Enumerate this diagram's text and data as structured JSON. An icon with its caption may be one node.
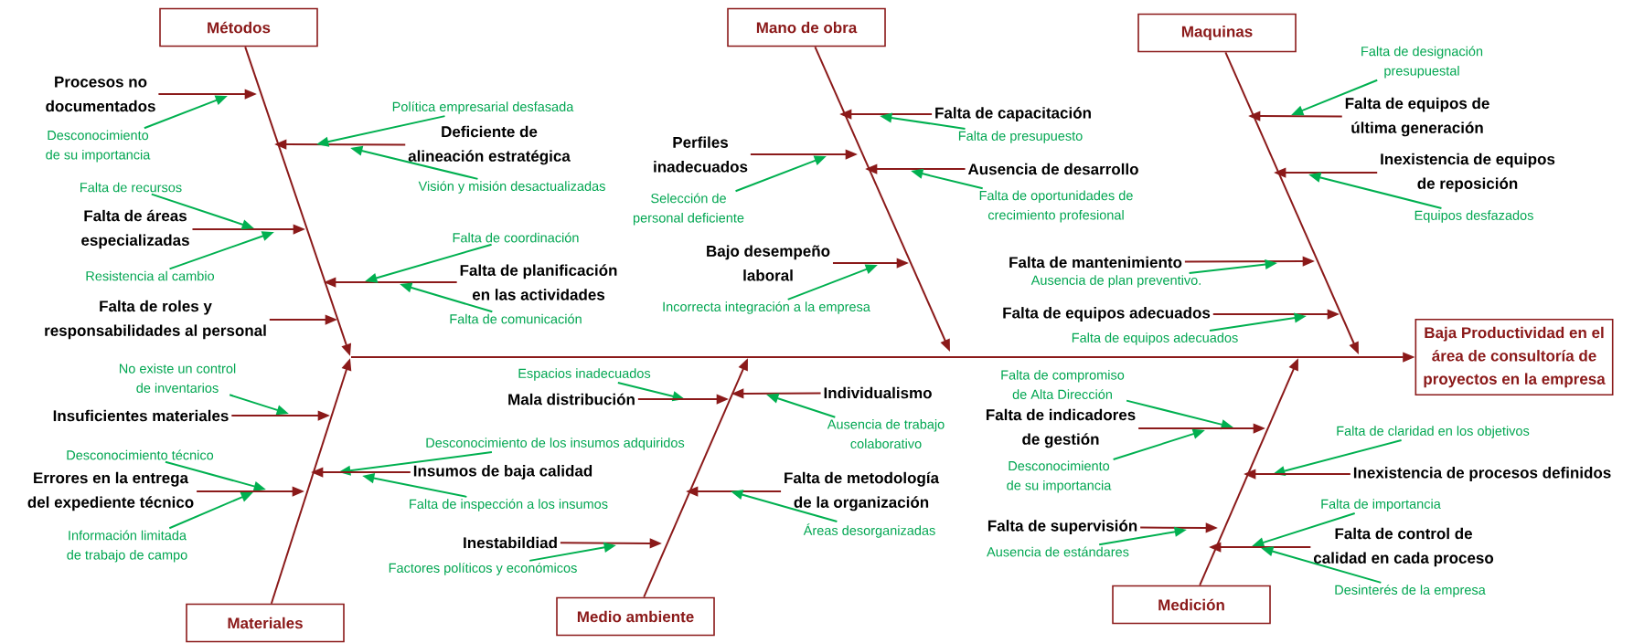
{
  "diagram": {
    "nodes": [
      {
        "text": [
          "Métodos"
        ]
      },
      {
        "text": [
          "Procesos no documentados"
        ]
      },
      {
        "text": [
          "Desconocimiento de su importancia"
        ]
      },
      {
        "text": [
          "Deficiente de alineación estratégica"
        ]
      },
      {
        "text": [
          "Política empresarial desfasada"
        ]
      },
      {
        "text": [
          "Visión y misión desactualizadas"
        ]
      },
      {
        "text": [
          "Falta de áreas especializadas"
        ]
      },
      {
        "text": [
          "Falta de recursos"
        ]
      },
      {
        "text": [
          "Resistencia al cambio"
        ]
      },
      {
        "text": [
          "Falta de planificación en las actividades"
        ]
      },
      {
        "text": [
          "Falta de coordinación"
        ]
      },
      {
        "text": [
          "Falta de comunicación"
        ]
      },
      {
        "text": [
          "Falta de roles y responsabilidades al personal"
        ]
      },
      {
        "text": [
          "Mano de obra"
        ]
      },
      {
        "text": [
          "Falta de capacitación"
        ]
      },
      {
        "text": [
          "Falta de presupuesto"
        ]
      },
      {
        "text": [
          "Perfiles inadecuados"
        ]
      },
      {
        "text": [
          "Selección de personal deficiente"
        ]
      },
      {
        "text": [
          "Ausencia de desarrollo"
        ]
      },
      {
        "text": [
          "Falta de oportunidades de crecimiento profesional"
        ]
      },
      {
        "text": [
          "Bajo desempeño laboral"
        ]
      },
      {
        "text": [
          "Incorrecta integración a la empresa"
        ]
      },
      {
        "text": [
          "Maquinas"
        ]
      },
      {
        "text": [
          "Falta de equipos de última generación"
        ]
      },
      {
        "text": [
          "Falta de designación presupuestal"
        ]
      },
      {
        "text": [
          "Inexistencia de equipos de reposición"
        ]
      },
      {
        "text": [
          "Equipos desfazados"
        ]
      },
      {
        "text": [
          "Falta de mantenimiento"
        ]
      },
      {
        "text": [
          "Ausencia de plan preventivo."
        ]
      },
      {
        "text": [
          "Falta de equipos adecuados"
        ]
      },
      {
        "text": [
          "Falta de equipos adecuados"
        ]
      },
      {
        "text": [
          "Materiales"
        ]
      },
      {
        "text": [
          "No existe un control de inventarios"
        ]
      },
      {
        "text": [
          "Insuficientes materiales"
        ]
      },
      {
        "text": [
          "Desconocimiento de los insumos adquiridos"
        ]
      },
      {
        "text": [
          "Insumos de baja calidad"
        ]
      },
      {
        "text": [
          "Falta de inspección a los insumos"
        ]
      },
      {
        "text": [
          "Desconocimiento técnico"
        ]
      },
      {
        "text": [
          "Errores en la entrega del expediente técnico"
        ]
      },
      {
        "text": [
          "Información limitada de trabajo de campo"
        ]
      },
      {
        "text": [
          "Medio ambiente"
        ]
      },
      {
        "text": [
          "Espacios inadecuados"
        ]
      },
      {
        "text": [
          "Mala distribución"
        ]
      },
      {
        "text": [
          "Individualismo"
        ]
      },
      {
        "text": [
          "Ausencia de trabajo colaborativo"
        ]
      },
      {
        "text": [
          "Falta de metodología de la organización"
        ]
      },
      {
        "text": [
          "Áreas desorganizadas"
        ]
      },
      {
        "text": [
          "Inestabildiad"
        ]
      },
      {
        "text": [
          "Factores políticos y económicos"
        ]
      },
      {
        "text": [
          "Medición"
        ]
      },
      {
        "text": [
          "Falta de compromiso de Alta Dirección"
        ]
      },
      {
        "text": [
          "Falta de indicadores de gestión"
        ]
      },
      {
        "text": [
          "Desconocimiento de su importancia"
        ]
      },
      {
        "text": [
          "Falta de claridad en los objetivos"
        ]
      },
      {
        "text": [
          "Inexistencia de procesos definidos"
        ]
      },
      {
        "text": [
          "Falta de supervisión"
        ]
      },
      {
        "text": [
          "Ausencia de estándares"
        ]
      },
      {
        "text": [
          "Falta de importancia"
        ]
      },
      {
        "text": [
          "Falta de control de calidad en cada proceso"
        ]
      },
      {
        "text": [
          "Desinterés de la empresa"
        ]
      },
      {
        "text": [
          "Baja Productividad en el área de consultoría de proyectos en la empresa"
        ]
      }
    ],
    "edges": [
      {
        "from": 0,
        "to": null,
        "arrow": "to"
      },
      {
        "from": 1,
        "to": null,
        "arrow": "to"
      },
      {
        "from": 2,
        "to": null,
        "arrow": "to",
        "color": "#00b050"
      },
      {
        "from": 3,
        "to": null,
        "arrow": "to"
      },
      {
        "from": 4,
        "to": null,
        "arrow": "to",
        "color": "#00b050"
      },
      {
        "from": 5,
        "to": null,
        "arrow": "to",
        "color": "#00b050"
      },
      {
        "from": 6,
        "to": null,
        "arrow": "to"
      },
      {
        "from": 7,
        "to": null,
        "arrow": "to",
        "color": "#00b050"
      },
      {
        "from": 8,
        "to": null,
        "arrow": "to",
        "color": "#00b050"
      },
      {
        "from": 9,
        "to": null,
        "arrow": "to"
      },
      {
        "from": 10,
        "to": null,
        "arrow": "to",
        "color": "#00b050"
      },
      {
        "from": 11,
        "to": null,
        "arrow": "to",
        "color": "#00b050"
      },
      {
        "from": 12,
        "to": null,
        "arrow": "to"
      },
      {
        "from": 13,
        "to": null,
        "arrow": "to"
      },
      {
        "from": 14,
        "to": null,
        "arrow": "to"
      },
      {
        "from": 15,
        "to": null,
        "arrow": "to",
        "color": "#00b050"
      },
      {
        "from": 16,
        "to": null,
        "arrow": "to"
      },
      {
        "from": 17,
        "to": null,
        "arrow": "to",
        "color": "#00b050"
      },
      {
        "from": 18,
        "to": null,
        "arrow": "to"
      },
      {
        "from": 19,
        "to": null,
        "arrow": "to",
        "color": "#00b050"
      },
      {
        "from": 20,
        "to": null,
        "arrow": "to"
      },
      {
        "from": 21,
        "to": null,
        "arrow": "to",
        "color": "#00b050"
      },
      {
        "from": 22,
        "to": null,
        "arrow": "to"
      },
      {
        "from": 23,
        "to": null,
        "arrow": "to"
      },
      {
        "from": 24,
        "to": null,
        "arrow": "to",
        "color": "#00b050"
      },
      {
        "from": 25,
        "to": null,
        "arrow": "to"
      },
      {
        "from": 26,
        "to": null,
        "arrow": "to",
        "color": "#00b050"
      },
      {
        "from": 27,
        "to": null,
        "arrow": "to"
      },
      {
        "from": 28,
        "to": null,
        "arrow": "to",
        "color": "#00b050"
      },
      {
        "from": 29,
        "to": null,
        "arrow": "to"
      },
      {
        "from": 30,
        "to": null,
        "arrow": "to",
        "color": "#00b050"
      },
      {
        "from": 31,
        "to": null,
        "arrow": "to"
      },
      {
        "from": 32,
        "to": null,
        "arrow": "to",
        "color": "#00b050"
      },
      {
        "from": 33,
        "to": null,
        "arrow": "to"
      },
      {
        "from": 34,
        "to": null,
        "arrow": "to",
        "color": "#00b050"
      },
      {
        "from": 35,
        "to": null,
        "arrow": "to"
      },
      {
        "from": 36,
        "to": null,
        "arrow": "to",
        "color": "#00b050"
      },
      {
        "from": 37,
        "to": null,
        "arrow": "to",
        "color": "#00b050"
      },
      {
        "from": 38,
        "to": null,
        "arrow": "to"
      },
      {
        "from": 39,
        "to": null,
        "arrow": "to",
        "color": "#00b050"
      },
      {
        "from": 40,
        "to": null,
        "arrow": "to"
      },
      {
        "from": 41,
        "to": null,
        "arrow": "to",
        "color": "#00b050"
      },
      {
        "from": 42,
        "to": null,
        "arrow": "to"
      },
      {
        "from": 43,
        "to": null,
        "arrow": "to"
      },
      {
        "from": 44,
        "to": null,
        "arrow": "to",
        "color": "#00b050"
      },
      {
        "from": 45,
        "to": null,
        "arrow": "to"
      },
      {
        "from": 46,
        "to": null,
        "arrow": "to",
        "color": "#00b050"
      },
      {
        "from": 47,
        "to": null,
        "arrow": "to"
      },
      {
        "from": 48,
        "to": null,
        "arrow": "to",
        "color": "#00b050"
      },
      {
        "from": 49,
        "to": null,
        "arrow": "to"
      },
      {
        "from": 50,
        "to": null,
        "arrow": "to",
        "color": "#00b050"
      },
      {
        "from": 51,
        "to": null,
        "arrow": "to"
      },
      {
        "from": 52,
        "to": null,
        "arrow": "to",
        "color": "#00b050"
      },
      {
        "from": 53,
        "to": null,
        "arrow": "to",
        "color": "#00b050"
      },
      {
        "from": 54,
        "to": null,
        "arrow": "to"
      },
      {
        "from": 55,
        "to": null,
        "arrow": "to"
      },
      {
        "from": 56,
        "to": null,
        "arrow": "to",
        "color": "#00b050"
      },
      {
        "from": 57,
        "to": null,
        "arrow": "to",
        "color": "#00b050"
      },
      {
        "from": 58,
        "to": null,
        "arrow": "to"
      },
      {
        "from": 59,
        "to": null,
        "arrow": "to",
        "color": "#00b050"
      },
      {
        "from": null,
        "to": 60,
        "arrow": "to"
      }
    ]
  }
}
